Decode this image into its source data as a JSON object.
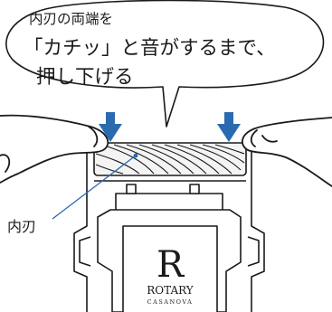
{
  "bubble": {
    "line1": "内刃の両端を",
    "line2": "「カチッ」と音がするまで、",
    "line3": "押し下げる"
  },
  "label": "内刃",
  "logo": {
    "letter": "R",
    "line1": "ROTARY",
    "line2": "CASANOVA"
  },
  "colors": {
    "arrow": "#2a6bb0",
    "ink": "#1a1a1a",
    "leader": "#2a6bb0"
  }
}
